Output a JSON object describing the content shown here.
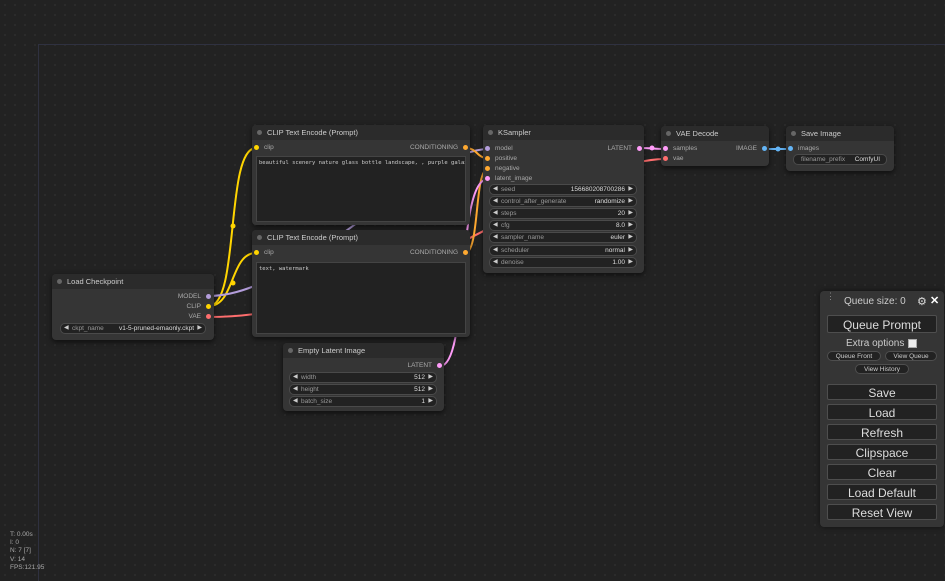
{
  "colors": {
    "model": "#b39ddb",
    "clip": "#ffd500",
    "vae": "#ff6e6e",
    "conditioning": "#ffa931",
    "latent": "#ff9cf9",
    "image": "#64b5f6"
  },
  "nodes": {
    "load_checkpoint": {
      "title": "Load Checkpoint",
      "outputs": [
        "MODEL",
        "CLIP",
        "VAE"
      ],
      "widget": {
        "label": "ckpt_name",
        "value": "v1-5-pruned-emaonly.ckpt"
      }
    },
    "clip_pos": {
      "title": "CLIP Text Encode (Prompt)",
      "input": "clip",
      "output": "CONDITIONING",
      "text": "beautiful scenery nature glass bottle landscape, , purple galaxy bottle,"
    },
    "clip_neg": {
      "title": "CLIP Text Encode (Prompt)",
      "input": "clip",
      "output": "CONDITIONING",
      "text": "text, watermark"
    },
    "empty_latent": {
      "title": "Empty Latent Image",
      "output": "LATENT",
      "widgets": [
        {
          "label": "width",
          "value": "512"
        },
        {
          "label": "height",
          "value": "512"
        },
        {
          "label": "batch_size",
          "value": "1"
        }
      ]
    },
    "ksampler": {
      "title": "KSampler",
      "inputs": [
        "model",
        "positive",
        "negative",
        "latent_image"
      ],
      "output": "LATENT",
      "widgets": [
        {
          "label": "seed",
          "value": "156680208700286"
        },
        {
          "label": "control_after_generate",
          "value": "randomize"
        },
        {
          "label": "steps",
          "value": "20"
        },
        {
          "label": "cfg",
          "value": "8.0"
        },
        {
          "label": "sampler_name",
          "value": "euler"
        },
        {
          "label": "scheduler",
          "value": "normal"
        },
        {
          "label": "denoise",
          "value": "1.00"
        }
      ]
    },
    "vae_decode": {
      "title": "VAE Decode",
      "inputs": [
        "samples",
        "vae"
      ],
      "output": "IMAGE"
    },
    "save_image": {
      "title": "Save Image",
      "input": "images",
      "widget": {
        "label": "filename_prefix",
        "value": "ComfyUI"
      }
    }
  },
  "stats": [
    "T: 0.00s",
    "I: 0",
    "N: 7 [7]",
    "V: 14",
    "FPS:121.95"
  ],
  "panel": {
    "drag_handle": "⋮",
    "queue_size": "Queue size: 0",
    "settings_icon": "⚙",
    "close_icon": "✕",
    "queue_prompt": "Queue Prompt",
    "extra_options": "Extra options",
    "queue_front": "Queue Front",
    "view_queue": "View Queue",
    "view_history": "View History",
    "save": "Save",
    "load": "Load",
    "refresh": "Refresh",
    "clipspace": "Clipspace",
    "clear": "Clear",
    "load_default": "Load Default",
    "reset_view": "Reset View"
  }
}
